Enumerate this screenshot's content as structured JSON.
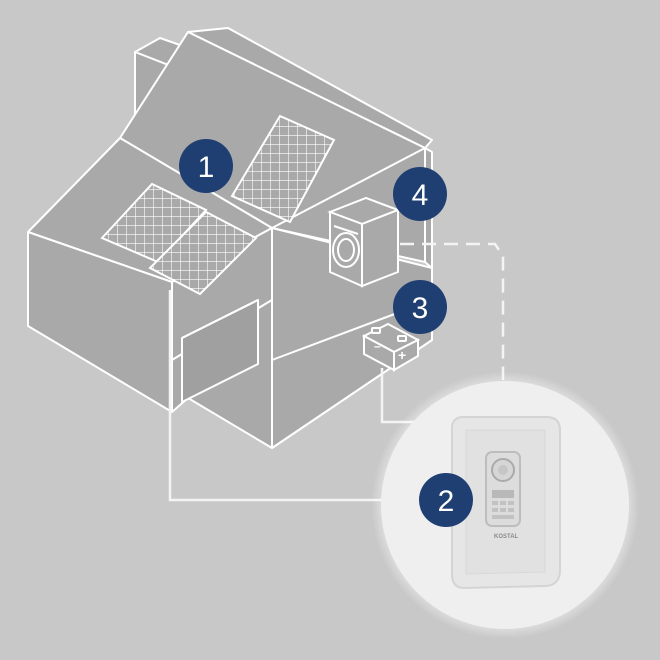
{
  "colors": {
    "background": "#c8c8c8",
    "house_fill": "#a9a9a9",
    "house_outline": "#ffffff",
    "badge": "#1f3f73",
    "badge_text": "#ffffff",
    "inverter_circle": "#f2f2f2",
    "inverter_body": "#e4e4e4"
  },
  "labels": {
    "solar_panels": "1",
    "inverter": "2",
    "battery": "3",
    "consumer": "4"
  },
  "inverter": {
    "brand": "KOSTAL"
  },
  "battery": {
    "minus": "–",
    "plus": "+"
  },
  "icons": [
    "solar-panel-icon",
    "inverter-icon",
    "battery-icon",
    "washing-machine-icon"
  ]
}
